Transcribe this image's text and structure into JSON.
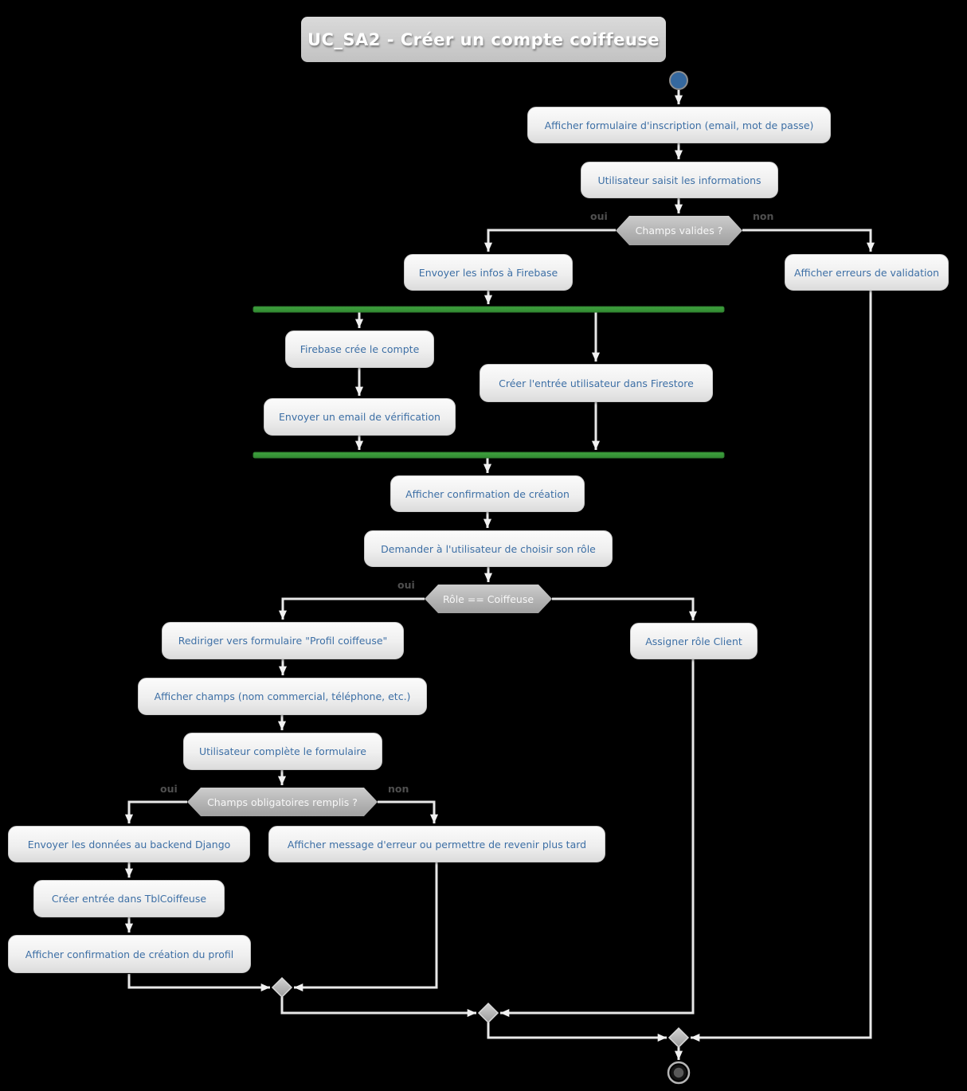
{
  "diagram": {
    "title": "UC_SA2 - Créer un compte coiffeuse",
    "type": "uml-activity-diagram",
    "colors": {
      "background": "#000000",
      "activity_fill": "#ececec",
      "activity_text": "#3d6fa5",
      "decision_fill": "#b5b5b5",
      "decision_text": "#f7f7f7",
      "fork_join_bar": "#389738",
      "edge_line": "#e8e8e8",
      "start_node": "#35689e",
      "final_node": "#555555",
      "guard_text": "#4f4f4f",
      "title_fill": "#cccccc",
      "title_text": "#ffffff"
    },
    "nodes": {
      "a1": {
        "label": "Afficher formulaire d'inscription (email, mot de passe)"
      },
      "a2": {
        "label": "Utilisateur saisit les informations"
      },
      "d1": {
        "label": "Champs valides ?"
      },
      "a3": {
        "label": "Envoyer les infos à Firebase"
      },
      "a4": {
        "label": "Afficher erreurs de validation"
      },
      "a5": {
        "label": "Firebase crée le compte"
      },
      "a6": {
        "label": "Créer l'entrée utilisateur dans Firestore"
      },
      "a7": {
        "label": "Envoyer un email de vérification"
      },
      "a8": {
        "label": "Afficher confirmation de création"
      },
      "a9": {
        "label": "Demander à l'utilisateur de choisir son rôle"
      },
      "d2": {
        "label": "Rôle == Coiffeuse"
      },
      "a10": {
        "label": "Rediriger vers formulaire \"Profil coiffeuse\""
      },
      "a11": {
        "label": "Assigner rôle Client"
      },
      "a12": {
        "label": "Afficher champs (nom commercial, téléphone, etc.)"
      },
      "a13": {
        "label": "Utilisateur complète le formulaire"
      },
      "d3": {
        "label": "Champs obligatoires remplis ?"
      },
      "a14": {
        "label": "Envoyer les données au backend Django"
      },
      "a15": {
        "label": "Afficher message d'erreur ou permettre de revenir plus tard"
      },
      "a16": {
        "label": "Créer entrée dans TblCoiffeuse"
      },
      "a17": {
        "label": "Afficher confirmation de création du profil"
      }
    },
    "guards": {
      "d1_oui": "oui",
      "d1_non": "non",
      "d2_oui": "oui",
      "d3_oui": "oui",
      "d3_non": "non"
    }
  }
}
